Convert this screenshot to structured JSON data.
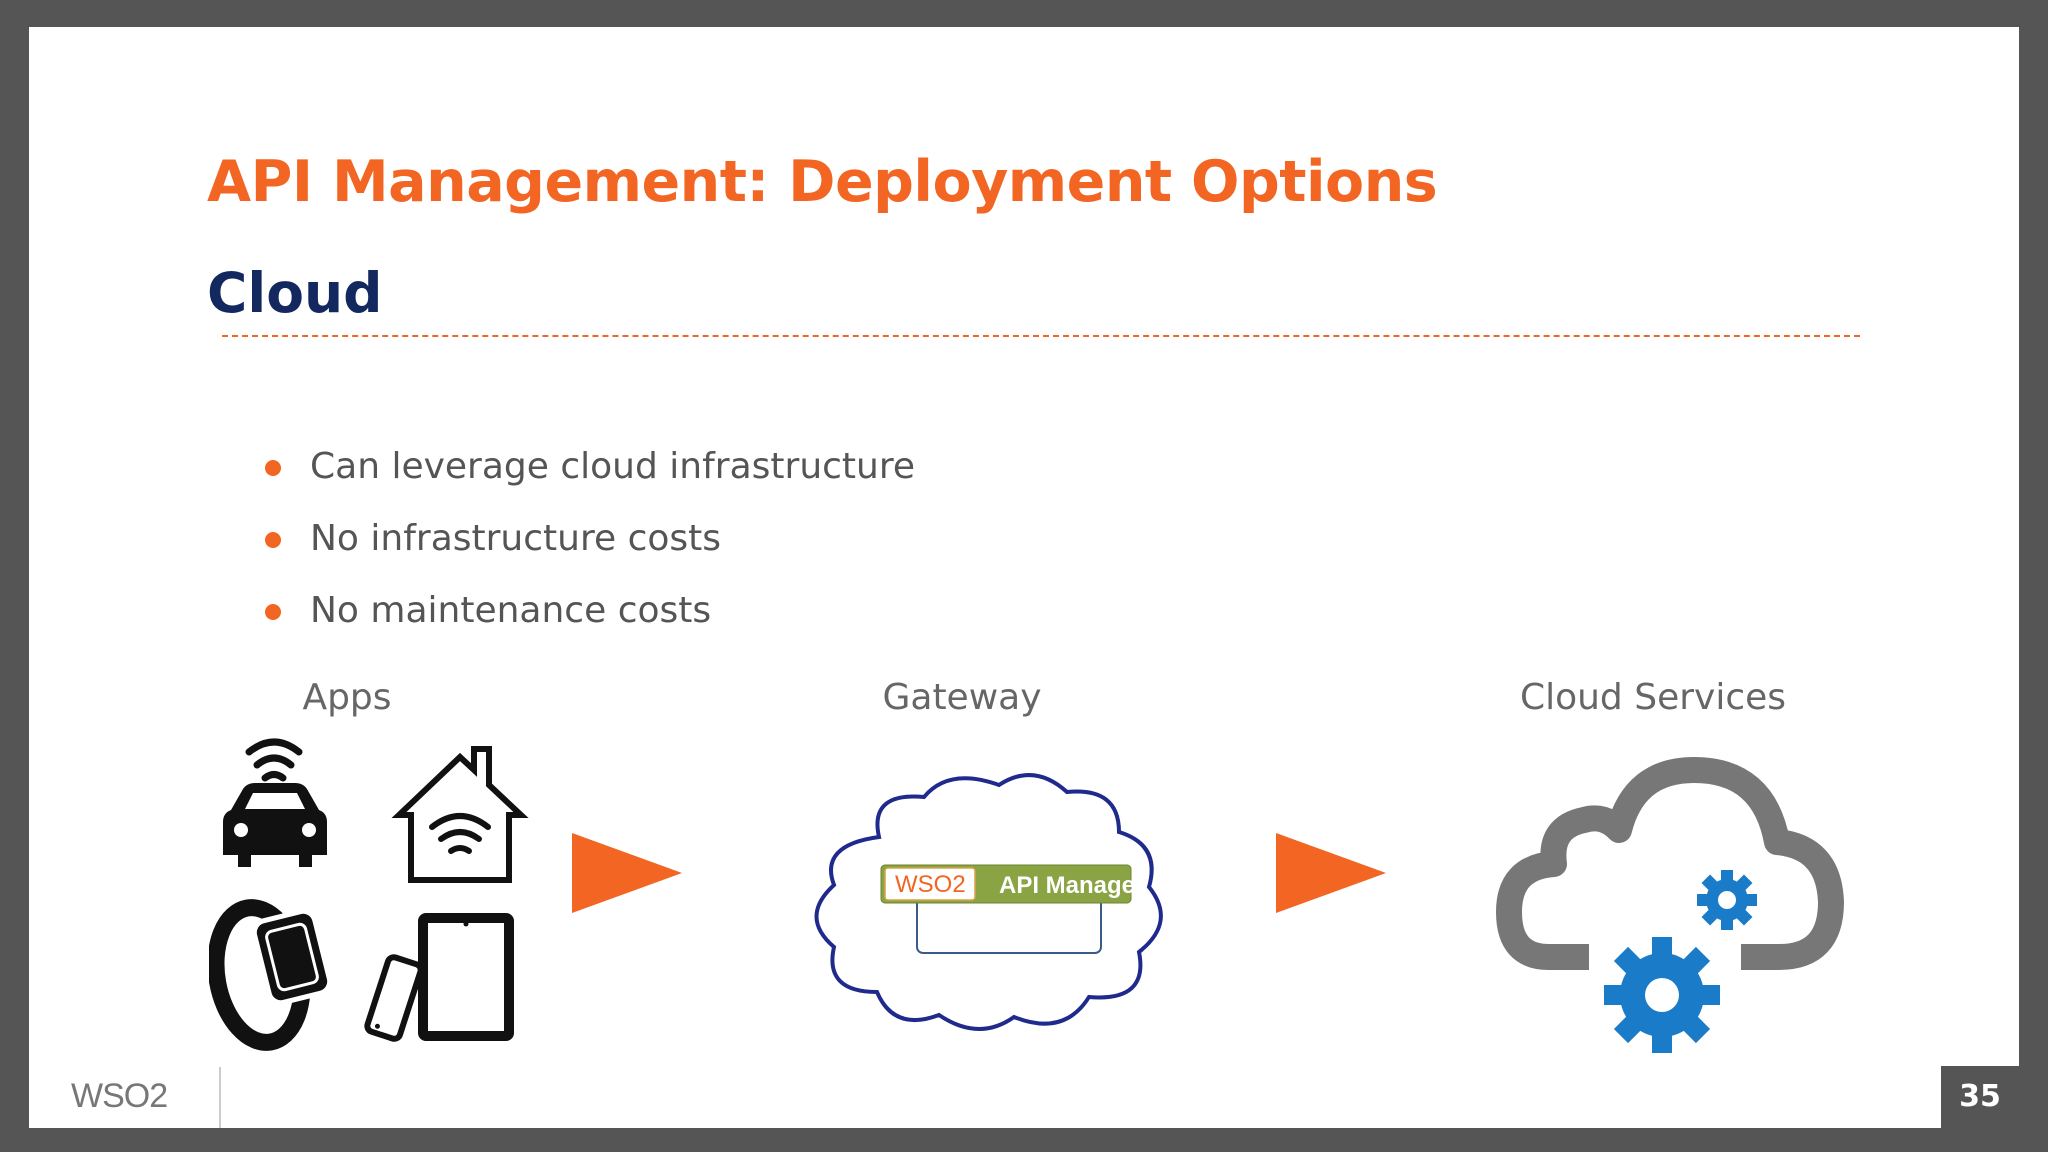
{
  "slide": {
    "title": "API Management: Deployment Options",
    "subtitle": "Cloud",
    "bullets": [
      "Can leverage cloud infrastructure",
      "No infrastructure costs",
      "No maintenance costs"
    ],
    "diagram": {
      "apps_label": "Apps",
      "gateway_label": "Gateway",
      "cloud_services_label": "Cloud Services",
      "gateway_logo_text": "WSO2",
      "gateway_product_text": "API Manager",
      "apps_icons": [
        "connected-car-icon",
        "smart-home-icon",
        "smartwatch-icon",
        "phone-tablet-icon"
      ],
      "arrow_icon": "right-arrow-icon",
      "cloud_services_icon": "cloud-gears-icon"
    },
    "footer": {
      "logo_text": "WSO2",
      "page_number": "35"
    },
    "colors": {
      "accent": "#f26522",
      "subtitle": "#13285e",
      "body_text": "#555555",
      "gear_blue": "#1a7cc8",
      "cloud_grey": "#777777",
      "frame": "#555555"
    }
  }
}
